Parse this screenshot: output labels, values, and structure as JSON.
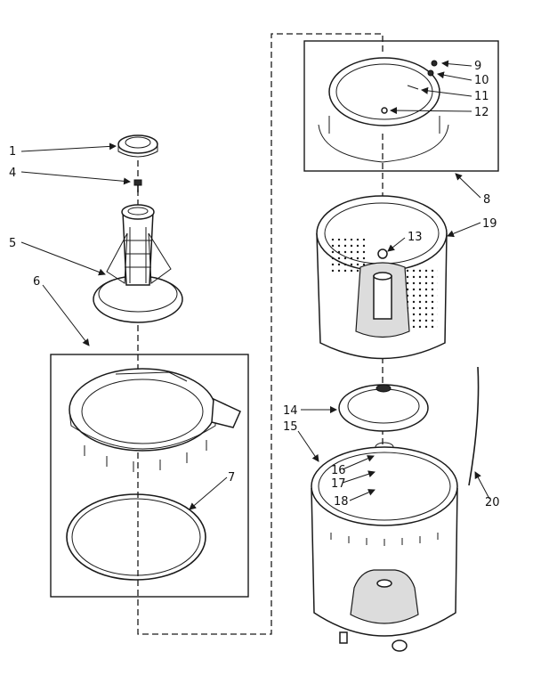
{
  "diagram": {
    "parts": [
      {
        "number": "1"
      },
      {
        "number": "4"
      },
      {
        "number": "5"
      },
      {
        "number": "6"
      },
      {
        "number": "7"
      },
      {
        "number": "8"
      },
      {
        "number": "9"
      },
      {
        "number": "10"
      },
      {
        "number": "11"
      },
      {
        "number": "12"
      },
      {
        "number": "13"
      },
      {
        "number": "14"
      },
      {
        "number": "15"
      },
      {
        "number": "16"
      },
      {
        "number": "17"
      },
      {
        "number": "18"
      },
      {
        "number": "19"
      },
      {
        "number": "20"
      }
    ]
  }
}
